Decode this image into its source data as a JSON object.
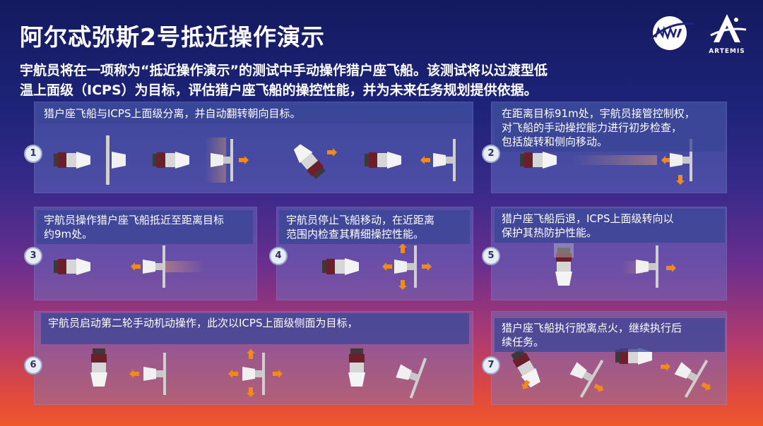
{
  "slide": {
    "title": "阿尔忒弥斯2号抵近操作演示",
    "intro_lines": [
      "宇航员将在一项称为“抵近操作演示”的测试中手动操作猎户座飞船。该测试将以过渡型低",
      "温上面级（ICPS）为目标，评估猎户座飞船的操控性能，并为未来任务规划提供依据。"
    ],
    "logos": {
      "artemis": "ARTEMIS"
    }
  },
  "colors": {
    "arrow": "#f08a1c",
    "capsule": "#f2f2f2",
    "module": "#d8d8d8",
    "engine": "#6b1f2a"
  },
  "steps": [
    {
      "number": "1",
      "caption": [
        "猎户座飞船与ICPS上面级分离，并自动翻转朝向目标。"
      ]
    },
    {
      "number": "2",
      "caption": [
        "在距离目标91m处，宇航员接管控制权，",
        "对飞船的手动操控能力进行初步检查，",
        "包括旋转和侧向移动。"
      ]
    },
    {
      "number": "3",
      "caption": [
        "宇航员操作猎户座飞船抵近至距离目标",
        "约9m处。"
      ]
    },
    {
      "number": "4",
      "caption": [
        "宇航员停止飞船移动，在近距离",
        "范围内检查其精细操控性能。"
      ]
    },
    {
      "number": "5",
      "caption": [
        "猎户座飞船后退，ICPS上面级转向以",
        "保护其热防护性能。"
      ]
    },
    {
      "number": "6",
      "caption": [
        "宇航员启动第二轮手动机动操作，此次以ICPS上面级侧面为目标，"
      ]
    },
    {
      "number": "7",
      "caption": [
        "猎户座飞船执行脱离点火，继续执行后",
        "续任务。"
      ]
    }
  ]
}
